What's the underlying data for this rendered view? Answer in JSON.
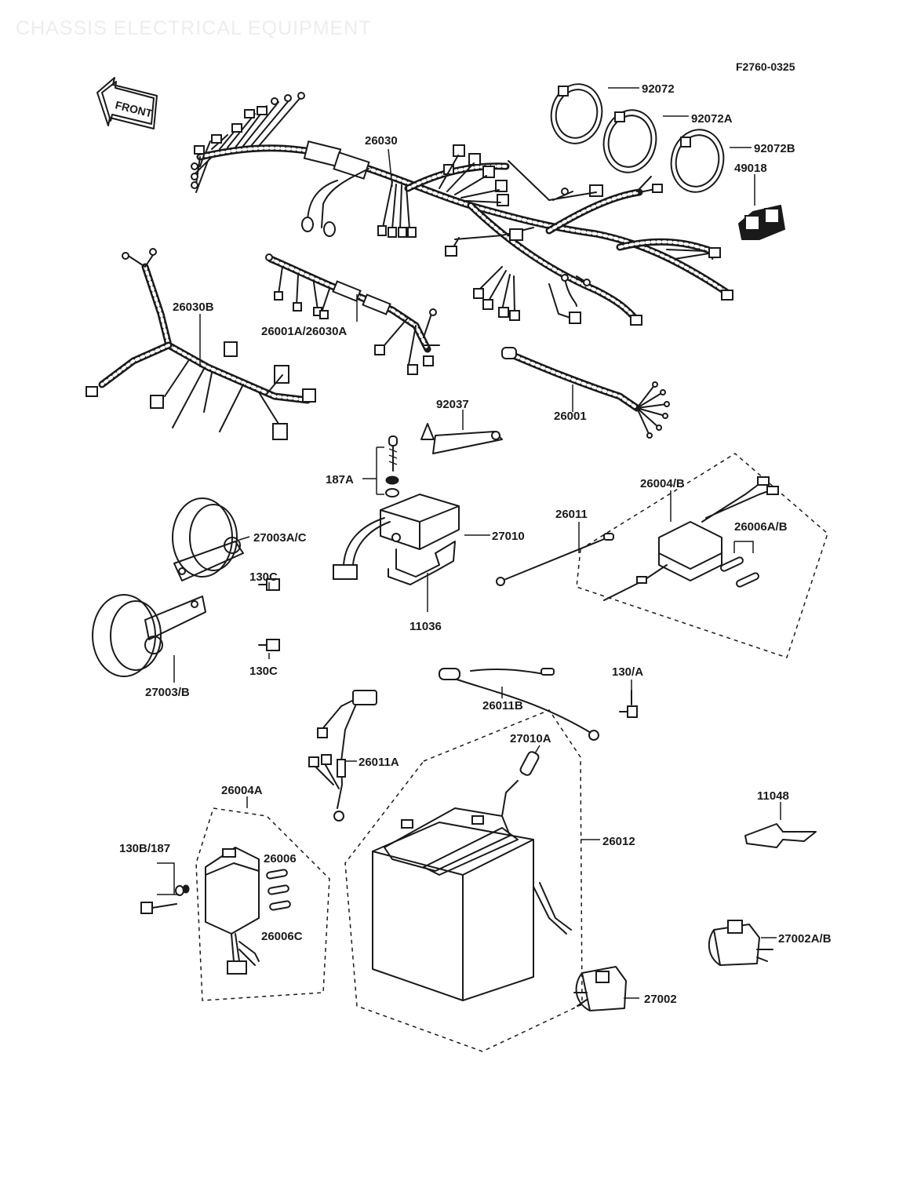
{
  "page": {
    "title": "CHASSIS ELECTRICAL EQUIPMENT",
    "diagram_code": "F2760-0325",
    "front_label": "FRONT"
  },
  "callouts": [
    {
      "id": "92072",
      "label": "92072"
    },
    {
      "id": "92072A",
      "label": "92072A"
    },
    {
      "id": "92072B",
      "label": "92072B"
    },
    {
      "id": "49018",
      "label": "49018"
    },
    {
      "id": "26030",
      "label": "26030"
    },
    {
      "id": "26030B",
      "label": "26030B"
    },
    {
      "id": "26001A-26030A",
      "label": "26001A/26030A"
    },
    {
      "id": "92037",
      "label": "92037"
    },
    {
      "id": "26001",
      "label": "26001"
    },
    {
      "id": "187A",
      "label": "187A"
    },
    {
      "id": "26004B",
      "label": "26004/B"
    },
    {
      "id": "27003AC",
      "label": "27003A/C"
    },
    {
      "id": "27010",
      "label": "27010"
    },
    {
      "id": "26011",
      "label": "26011"
    },
    {
      "id": "26006AB",
      "label": "26006A/B"
    },
    {
      "id": "130C-1",
      "label": "130C"
    },
    {
      "id": "11036",
      "label": "11036"
    },
    {
      "id": "130C-2",
      "label": "130C"
    },
    {
      "id": "27003B",
      "label": "27003/B"
    },
    {
      "id": "130A",
      "label": "130/A"
    },
    {
      "id": "26011B",
      "label": "26011B"
    },
    {
      "id": "27010A",
      "label": "27010A"
    },
    {
      "id": "26011A",
      "label": "26011A"
    },
    {
      "id": "26004A",
      "label": "26004A"
    },
    {
      "id": "11048",
      "label": "11048"
    },
    {
      "id": "130B187",
      "label": "130B/187"
    },
    {
      "id": "26006",
      "label": "26006"
    },
    {
      "id": "26012",
      "label": "26012"
    },
    {
      "id": "26006C",
      "label": "26006C"
    },
    {
      "id": "27002AB",
      "label": "27002A/B"
    },
    {
      "id": "27002",
      "label": "27002"
    }
  ]
}
